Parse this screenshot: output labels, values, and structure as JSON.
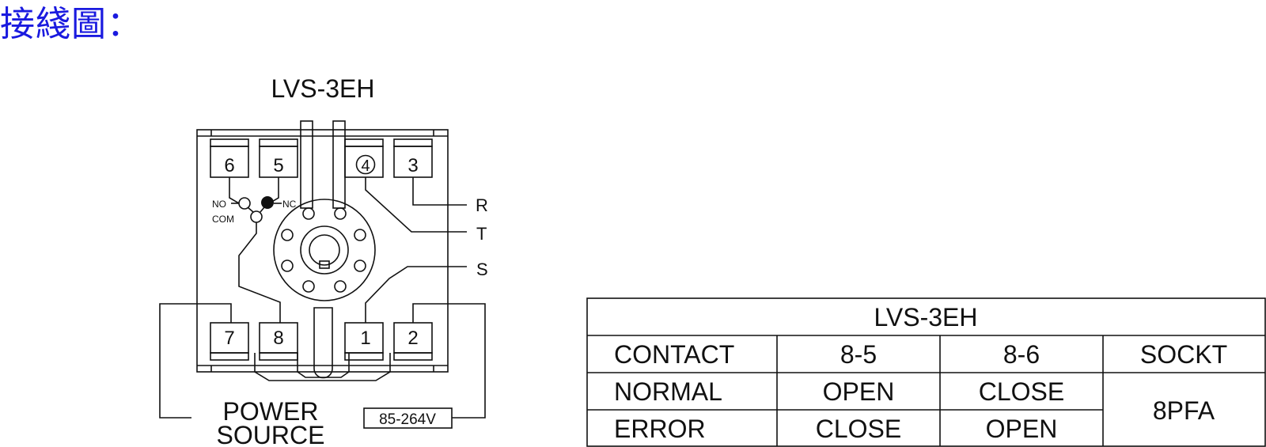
{
  "heading": "接綫圖：",
  "diagram": {
    "model": "LVS-3EH",
    "terminals_top": [
      "6",
      "5",
      "4",
      "3"
    ],
    "terminals_bottom": [
      "7",
      "8",
      "1",
      "2"
    ],
    "contact_labels": {
      "no": "NO",
      "nc": "NC",
      "com": "COM"
    },
    "electrode_labels": [
      "R",
      "T",
      "S"
    ],
    "power_source": [
      "POWER",
      "SOURCE"
    ],
    "voltage": "85-264V"
  },
  "table": {
    "title": "LVS-3EH",
    "headers": [
      "CONTACT",
      "8-5",
      "8-6",
      "SOCKT"
    ],
    "rows": [
      {
        "label": "NORMAL",
        "c85": "OPEN",
        "c86": "CLOSE"
      },
      {
        "label": "ERROR",
        "c85": "CLOSE",
        "c86": "OPEN"
      }
    ],
    "socket": "8PFA"
  }
}
